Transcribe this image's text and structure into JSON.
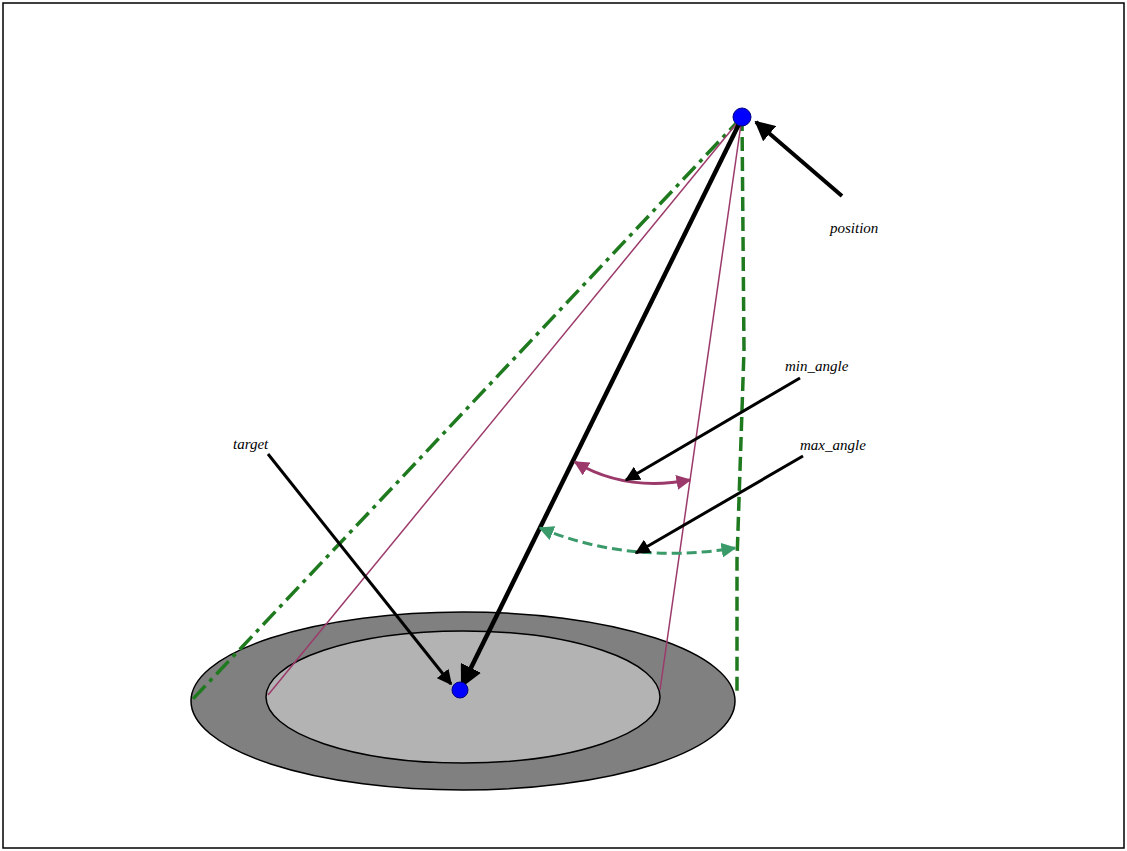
{
  "diagram": {
    "labels": [
      "position",
      "min_angle",
      "max_angle",
      "target"
    ]
  }
}
